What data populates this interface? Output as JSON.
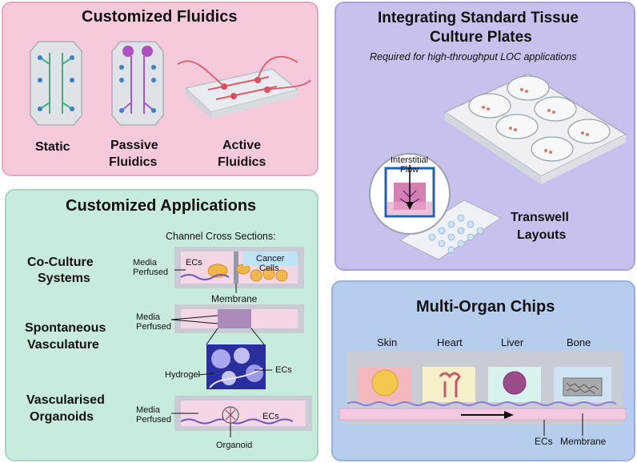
{
  "fluidics": {
    "title": "Customized Fluidics",
    "static_label": "Static",
    "passive_label_1": "Passive",
    "passive_label_2": "Fluidics",
    "active_label_1": "Active",
    "active_label_2": "Fluidics"
  },
  "plates": {
    "title_1": "Integrating Standard Tissue",
    "title_2": "Culture Plates",
    "subtitle": "Required for high-throughput LOC applications",
    "interstitial_1": "Interstitial",
    "interstitial_2": "Flow",
    "transwell_1": "Transwell",
    "transwell_2": "Layouts"
  },
  "apps": {
    "title": "Customized Applications",
    "cross_sections": "Channel Cross Sections:",
    "coculture_1": "Co-Culture",
    "coculture_2": "Systems",
    "spont_1": "Spontaneous",
    "spont_2": "Vasculature",
    "vasc_1": "Vascularised",
    "vasc_2": "Organoids",
    "media_1": "Media",
    "perfused": "Perfused",
    "ecs": "ECs",
    "cancer_1": "Cancer",
    "cancer_2": "Cells",
    "membrane": "Membrane",
    "hydrogel": "Hydrogel",
    "organoid": "Organoid"
  },
  "organs": {
    "title": "Multi-Organ Chips",
    "skin": "Skin",
    "heart": "Heart",
    "liver": "Liver",
    "bone": "Bone",
    "ecs": "ECs",
    "membrane": "Membrane"
  },
  "colors": {
    "fluidics_bg": "#f6c9dd",
    "plates_bg": "#c7c1ee",
    "apps_bg": "#c7ebdc",
    "organs_bg": "#b6cdee"
  }
}
